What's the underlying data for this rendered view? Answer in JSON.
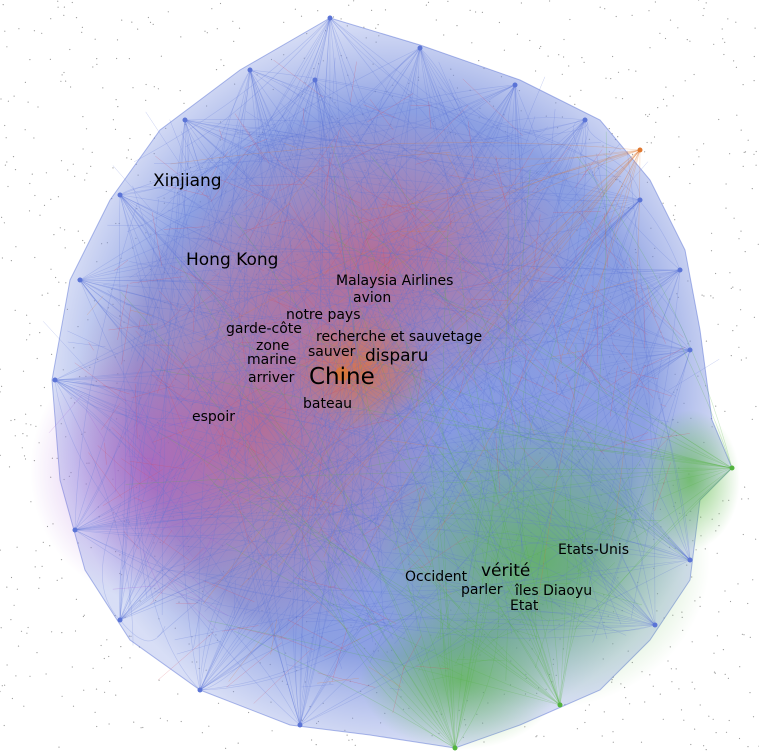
{
  "colors": {
    "background": "#ffffff",
    "blue_community": "#5b74d6",
    "red_community": "#d8475a",
    "purple_community": "#9a59d0",
    "green_community": "#52b33e",
    "orange_community": "#e0782e",
    "isolated_nodes": "#9a9a9a"
  },
  "labels": [
    {
      "id": "xinjiang",
      "text": "Xinjiang"
    },
    {
      "id": "hong-kong",
      "text": "Hong Kong"
    },
    {
      "id": "malaysia-airlines",
      "text": "Malaysia Airlines"
    },
    {
      "id": "avion",
      "text": "avion"
    },
    {
      "id": "notre-pays",
      "text": "notre pays"
    },
    {
      "id": "garde-cote",
      "text": "garde-côte"
    },
    {
      "id": "recherche-et-sauvetage",
      "text": "recherche et sauvetage"
    },
    {
      "id": "zone",
      "text": "zone"
    },
    {
      "id": "marine",
      "text": "marine"
    },
    {
      "id": "sauver",
      "text": "sauver"
    },
    {
      "id": "disparu",
      "text": "disparu"
    },
    {
      "id": "arriver",
      "text": "arriver"
    },
    {
      "id": "chine",
      "text": "Chine"
    },
    {
      "id": "bateau",
      "text": "bateau"
    },
    {
      "id": "espoir",
      "text": "espoir"
    },
    {
      "id": "etats-unis",
      "text": "Etats-Unis"
    },
    {
      "id": "verite",
      "text": "vérité"
    },
    {
      "id": "occident",
      "text": "Occident"
    },
    {
      "id": "parler",
      "text": "parler"
    },
    {
      "id": "iles-diaoyu",
      "text": "îles Diaoyu"
    },
    {
      "id": "etat",
      "text": "Etat"
    }
  ]
}
